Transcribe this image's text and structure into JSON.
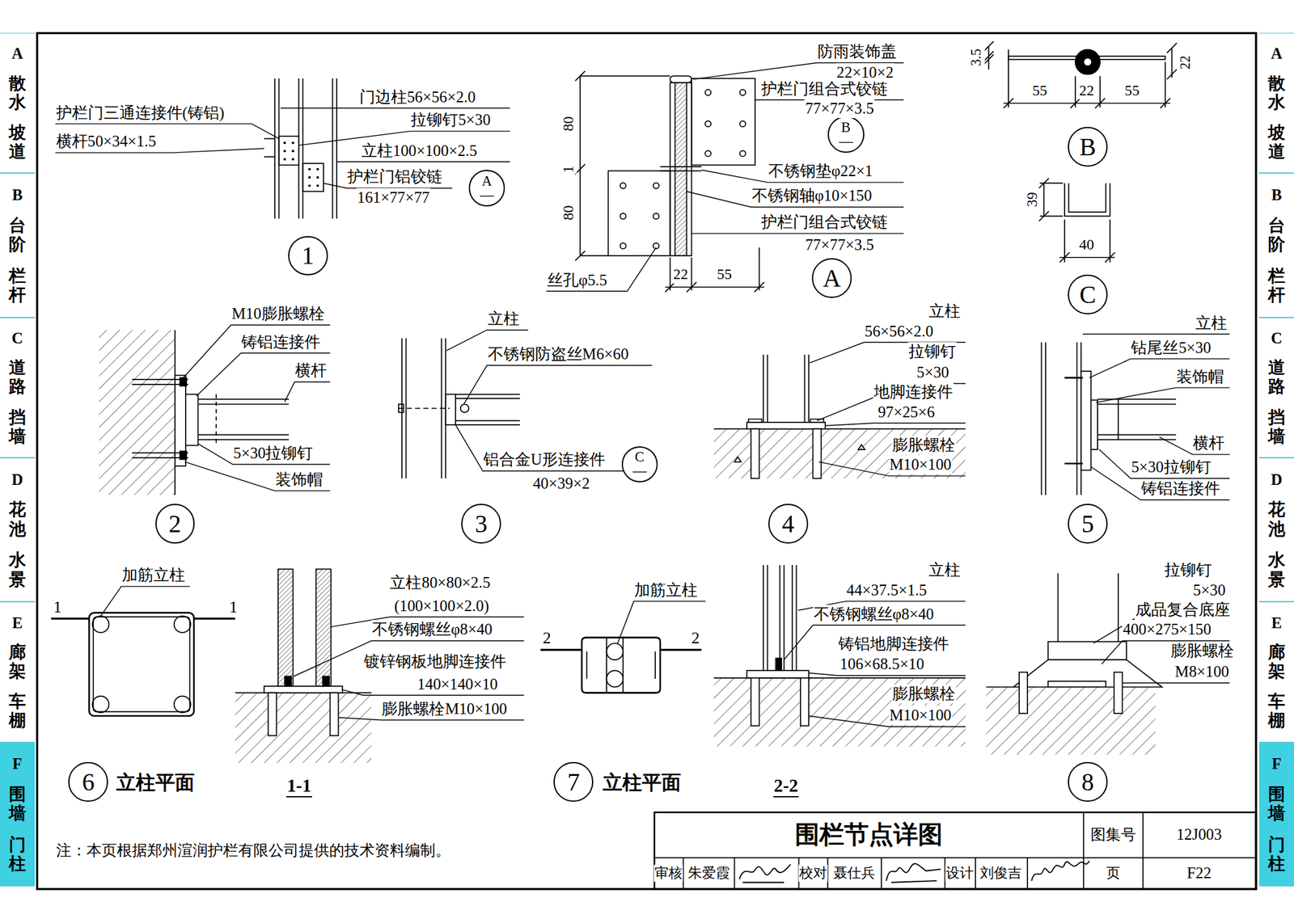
{
  "diagram": {
    "title": "围栏节点详图",
    "nodes": [
      {
        "text": [
          "A",
          "散水",
          "坡道"
        ]
      },
      {
        "text": [
          "B",
          "台阶",
          "栏杆"
        ]
      },
      {
        "text": [
          "C",
          "道路",
          "挡墙"
        ]
      },
      {
        "text": [
          "D",
          "花池",
          "水景"
        ]
      },
      {
        "text": [
          "E",
          "廊架",
          "车棚"
        ]
      },
      {
        "text": [
          "F",
          "围墙",
          "门柱"
        ]
      },
      {
        "text": [
          "1"
        ]
      },
      {
        "text": [
          "A",
          "—"
        ]
      },
      {
        "text": [
          "B",
          "—"
        ]
      },
      {
        "text": [
          "A"
        ]
      },
      {
        "text": [
          "B"
        ]
      },
      {
        "text": [
          "C"
        ]
      },
      {
        "text": [
          "2"
        ]
      },
      {
        "text": [
          "3"
        ]
      },
      {
        "text": [
          "C",
          "—"
        ]
      },
      {
        "text": [
          "4"
        ]
      },
      {
        "text": [
          "5"
        ]
      },
      {
        "text": [
          "6"
        ]
      },
      {
        "text": [
          "7"
        ]
      },
      {
        "text": [
          "8"
        ]
      },
      {
        "text": [
          "A",
          "散水",
          "坡道"
        ]
      },
      {
        "text": [
          "B",
          "台阶",
          "栏杆"
        ]
      },
      {
        "text": [
          "C",
          "道路",
          "挡墙"
        ]
      },
      {
        "text": [
          "D",
          "花池",
          "水景"
        ]
      },
      {
        "text": [
          "E",
          "廊架",
          "车棚"
        ]
      },
      {
        "text": [
          "F",
          "围墙",
          "门柱"
        ]
      }
    ],
    "labels": [
      "护栏门三通连接件(铸铝)",
      "横杆50×34×1.5",
      "门边柱56×56×2.0",
      "拉铆钉5×30",
      "立柱100×100×2.5",
      "护栏门铝铰链",
      "161×77×77",
      "防雨装饰盖",
      "22×10×2",
      "护栏门组合式铰链",
      "77×77×3.5",
      "不锈钢垫φ22×1",
      "不锈钢轴φ10×150",
      "护栏门组合式铰链",
      "77×77×3.5",
      "丝孔φ5.5",
      "80",
      "1",
      "80",
      "22",
      "55",
      "3.5",
      "22",
      "55",
      "22",
      "55",
      "39",
      "40",
      "M10膨胀螺栓",
      "铸铝连接件",
      "横杆",
      "5×30拉铆钉",
      "装饰帽",
      "立柱",
      "不锈钢防盗丝M6×60",
      "铝合金U形连接件",
      "40×39×2",
      "立柱",
      "56×56×2.0",
      "拉铆钉",
      "5×30",
      "地脚连接件",
      "97×25×6",
      "膨胀螺栓",
      "M10×100",
      "立柱",
      "钻尾丝5×30",
      "装饰帽",
      "横杆",
      "5×30拉铆钉",
      "铸铝连接件",
      "加筋立柱",
      "1",
      "1",
      "立柱平面",
      "立柱80×80×2.5",
      "(100×100×2.0)",
      "不锈钢螺丝φ8×40",
      "镀锌钢板地脚连接件",
      "140×140×10",
      "膨胀螺栓M10×100",
      "1-1",
      "加筋立柱",
      "2",
      "2",
      "立柱平面",
      "立柱",
      "44×37.5×1.5",
      "不锈钢螺丝φ8×40",
      "铸铝地脚连接件",
      "106×68.5×10",
      "膨胀螺栓",
      "M10×100",
      "2-2",
      "拉铆钉",
      "5×30",
      "成品复合底座",
      "400×275×150",
      "膨胀螺栓",
      "M8×100",
      "注：本页根据郑州渲润护栏有限公司提供的技术资料编制。",
      "图集号",
      "12J003",
      "审核",
      "朱爱霞",
      "校对",
      "聂仕兵",
      "设计",
      "刘俊吉",
      "页",
      "F22"
    ]
  }
}
